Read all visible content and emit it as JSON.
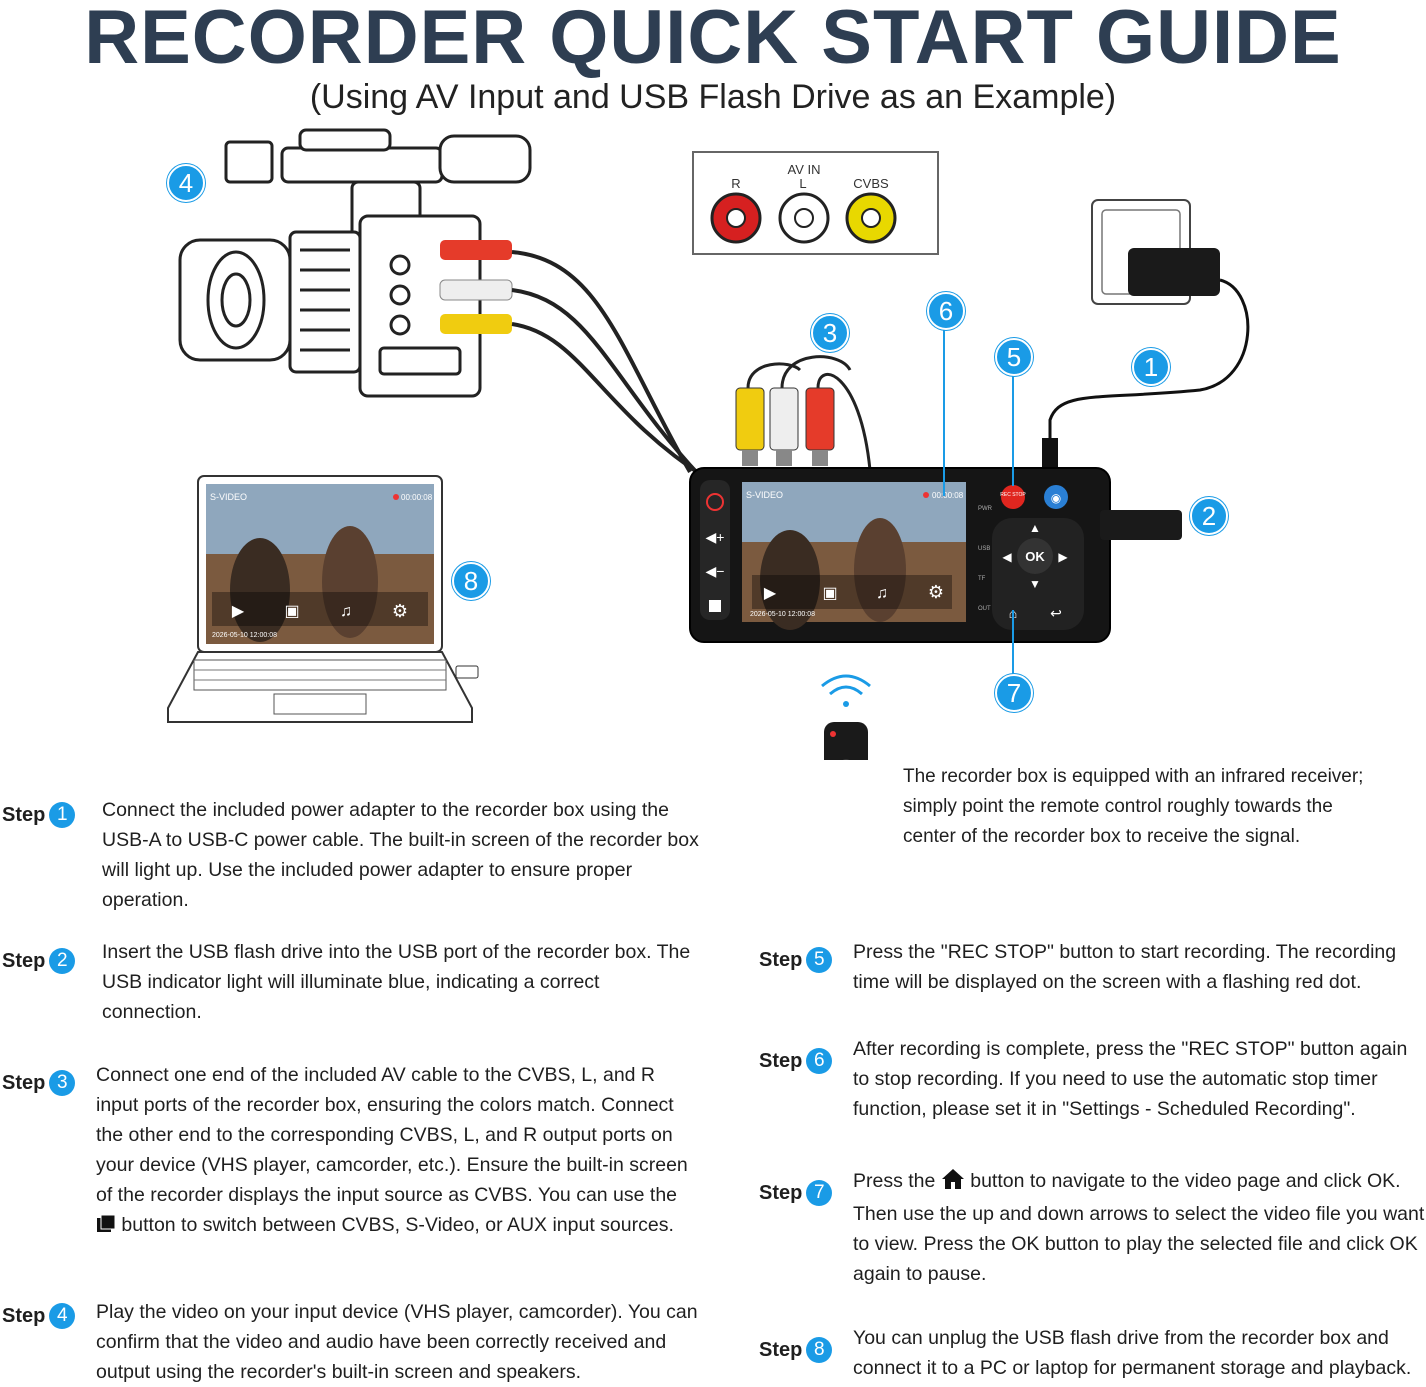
{
  "header": {
    "title": "RECORDER QUICK START GUIDE",
    "subtitle": "(Using AV Input and USB Flash Drive as an Example)"
  },
  "av_panel": {
    "title": "AV IN",
    "r": "R",
    "l": "L",
    "cvbs": "CVBS"
  },
  "markers": [
    "1",
    "2",
    "3",
    "4",
    "5",
    "6",
    "7",
    "8"
  ],
  "screen": {
    "source": "S-VIDEO",
    "timer": "00:00:08",
    "date": "2026-05-10 12:00:08"
  },
  "device": {
    "rec_label": "REC STOP",
    "ok_label": "OK"
  },
  "remote_note": "The recorder box is equipped with an infrared receiver; simply point the remote control roughly towards the center of the recorder box to receive the signal.",
  "step_word": "Step",
  "steps": [
    {
      "num": "1",
      "text": "Connect the included power adapter to the recorder box using the USB-A to USB-C power cable. The built-in screen of the recorder box will light up. Use the included power adapter to ensure proper operation."
    },
    {
      "num": "2",
      "text": "Insert the USB flash drive into the USB port of the recorder box. The USB indicator light will illuminate blue, indicating a correct connection."
    },
    {
      "num": "3",
      "text_a": "Connect one end of the included AV cable to the CVBS, L, and R input ports of the recorder box, ensuring the colors match. Connect the other end to the corresponding CVBS, L, and R output ports on your device (VHS player, camcorder, etc.). Ensure the built-in screen of the recorder displays the input source as CVBS. You can use the",
      "text_b": "button to switch between CVBS, S-Video, or AUX input sources."
    },
    {
      "num": "4",
      "text": "Play the video on your input device (VHS player, camcorder). You can confirm that the video and audio have been correctly received and output using the recorder's built-in screen and speakers."
    },
    {
      "num": "5",
      "text": "Press the \"REC STOP\" button to start recording. The recording time will be displayed on the screen with a flashing red dot."
    },
    {
      "num": "6",
      "text": "After recording is complete, press the \"REC STOP\" button again to stop recording. If you need to use the automatic stop timer function, please set it in \"Settings - Scheduled Recording\"."
    },
    {
      "num": "7",
      "text_a": "Press the",
      "text_b": "button to navigate to the video page and click OK. Then use the up and down arrows to select the video file you want to view. Press the OK button to play the selected file and click OK again to pause."
    },
    {
      "num": "8",
      "text": "You can unplug the USB flash drive from the recorder box and connect it to a PC or laptop for permanent storage and playback."
    }
  ],
  "colors": {
    "title": "#2e3e52",
    "marker": "#1a9be6",
    "rec": "#e0261f",
    "av_red": "#d62020",
    "av_yellow": "#e8d800"
  }
}
